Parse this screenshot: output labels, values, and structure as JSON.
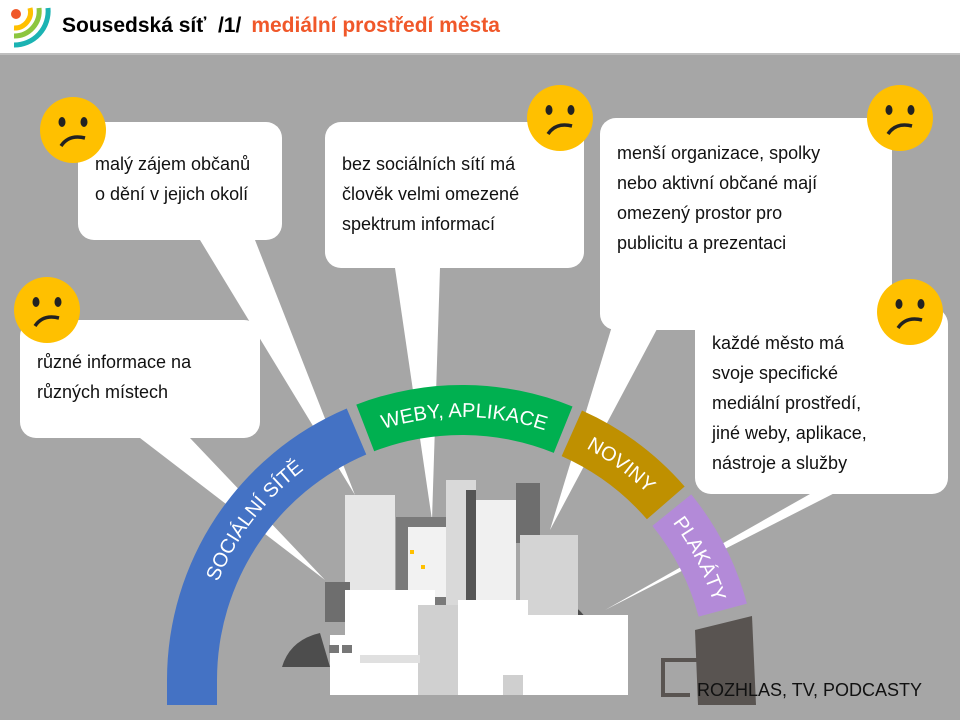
{
  "header": {
    "title": "Sousedská síť  /1/",
    "subtitle": "mediální prostředí města"
  },
  "colors": {
    "accent": "#f0582a",
    "social": "#4472c4",
    "web": "#00b050",
    "news": "#bf9000",
    "posters": "#b38ad8",
    "radio": "#595451",
    "emoji": "#ffc000"
  },
  "bubbles": [
    {
      "lines": [
        "malý zájem občanů",
        "o dění v jejich okolí"
      ],
      "icon": "confused-face-icon"
    },
    {
      "lines": [
        "bez sociálních sítí má",
        "člověk velmi omezené",
        "spektrum informací"
      ],
      "icon": "confused-face-icon"
    },
    {
      "lines": [
        "menší organizace, spolky",
        "nebo aktivní občané mají",
        "omezený prostor pro",
        "publicitu a prezentaci"
      ],
      "icon": "confused-face-icon"
    },
    {
      "lines": [
        "různé informace na",
        "různých místech"
      ],
      "icon": "confused-face-icon"
    },
    {
      "lines": [
        "každé město má",
        "svoje specifické",
        "mediální prostředí,",
        "jiné weby, aplikace,",
        "nástroje a služby"
      ],
      "icon": "confused-face-icon"
    }
  ],
  "segments": [
    {
      "label": "SOCIÁLNÍ SÍTĚ"
    },
    {
      "label": "WEBY, APLIKACE"
    },
    {
      "label": "NOVINY"
    },
    {
      "label": "PLAKÁTY"
    }
  ],
  "radio_label": "ROZHLAS, TV, PODCASTY"
}
